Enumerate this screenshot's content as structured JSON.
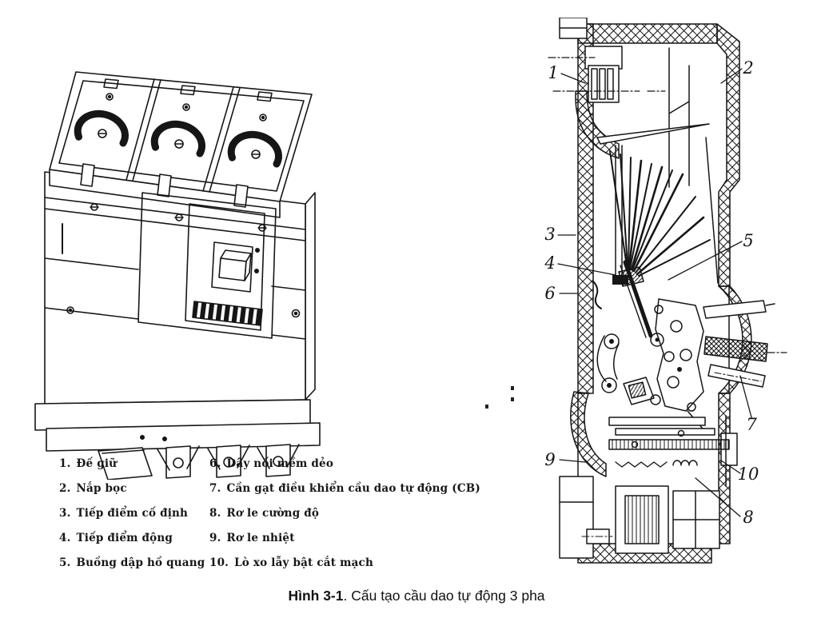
{
  "colors": {
    "background": "#ffffff",
    "ink": "#161616"
  },
  "callouts": [
    "1",
    "2",
    "3",
    "4",
    "5",
    "6",
    "7",
    "8",
    "9",
    "10"
  ],
  "legend": {
    "col_left": [
      {
        "num": "1.",
        "label": "Đế giữ"
      },
      {
        "num": "2.",
        "label": "Nắp bọc"
      },
      {
        "num": "3.",
        "label": "Tiếp điểm cố định"
      },
      {
        "num": "4.",
        "label": "Tiếp điểm động"
      },
      {
        "num": "5.",
        "label": "Buồng dập hồ quang"
      }
    ],
    "col_right": [
      {
        "num": "6.",
        "label": "Dây nối mềm dẻo"
      },
      {
        "num": "7.",
        "label": "Cần gạt điều khiển cầu dao tự động (CB)"
      },
      {
        "num": "8.",
        "label": "Rơ le cường độ"
      },
      {
        "num": "9.",
        "label": "Rơ le nhiệt"
      },
      {
        "num": "10.",
        "label": "Lò xo lẫy bật cắt mạch"
      }
    ]
  },
  "caption": {
    "figure_label": "Hình 3-1",
    "text": ". Cấu tạo cầu dao tự động 3 pha"
  }
}
